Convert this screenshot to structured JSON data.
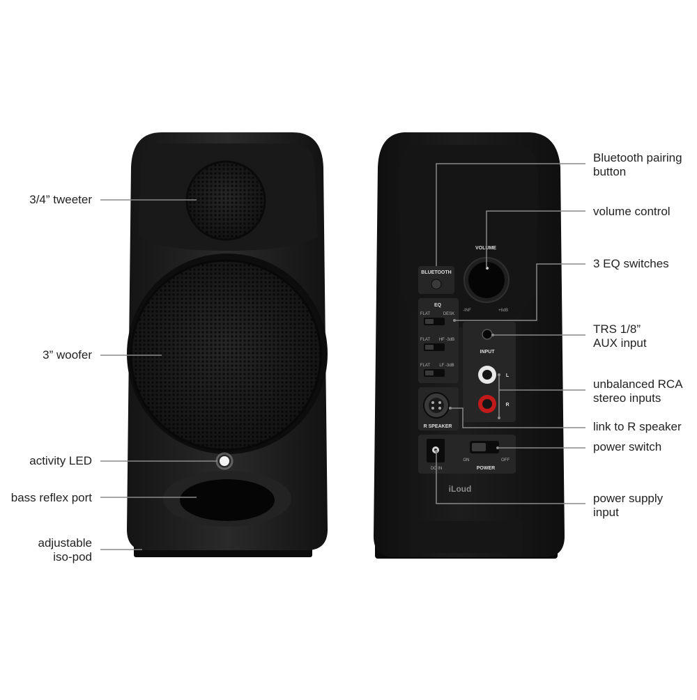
{
  "front_callouts": {
    "tweeter": [
      "3/4” tweeter"
    ],
    "woofer": [
      "3” woofer"
    ],
    "led": [
      "activity LED"
    ],
    "port": [
      "bass reflex port"
    ],
    "isopod": [
      "adjustable",
      "iso-pod"
    ]
  },
  "back_callouts": {
    "bluetooth": [
      "Bluetooth pairing",
      "button"
    ],
    "volume": [
      "volume control"
    ],
    "eq": [
      "3 EQ switches"
    ],
    "trs": [
      "TRS 1/8”",
      "AUX input"
    ],
    "rca": [
      "unbalanced RCA",
      "stereo inputs"
    ],
    "link": [
      "link to R speaker"
    ],
    "power_switch": [
      "power switch"
    ],
    "power_supply": [
      "power supply",
      "input"
    ]
  },
  "panel_labels": {
    "bluetooth": "BLUETOOTH",
    "volume": "VOLUME",
    "vol_min": "-INF",
    "vol_max": "+6dB",
    "eq": "EQ",
    "eq_row1_a": "FLAT",
    "eq_row1_b": "DESK",
    "eq_row2_a": "FLAT",
    "eq_row2_b": "HF -3dB",
    "eq_row3_a": "FLAT",
    "eq_row3_b": "LF -3dB",
    "input": "INPUT",
    "left": "L",
    "right": "R",
    "r_speaker": "R SPEAKER",
    "dc_in": "DC IN",
    "on": "ON",
    "off": "OFF",
    "power": "POWER",
    "brand": "iLoud"
  },
  "colors": {
    "body": "#1b1b1b",
    "leader_line": "#8a8a8a",
    "text": "#222222"
  }
}
